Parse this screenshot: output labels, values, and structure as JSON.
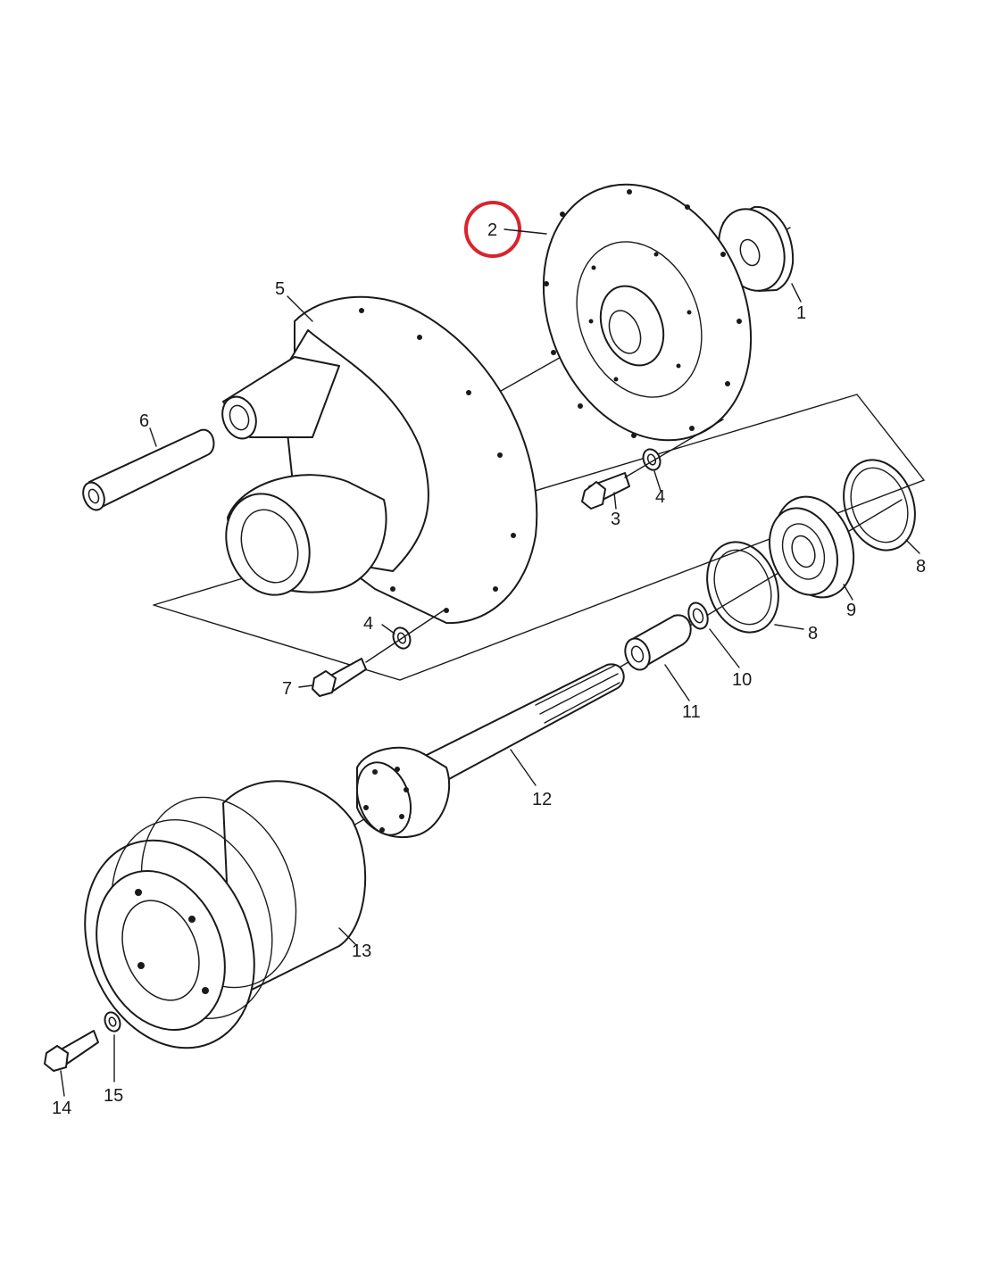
{
  "highlight_color": "#d9232d",
  "callouts": {
    "c1": "1",
    "c2": "2",
    "c3": "3",
    "c4a": "4",
    "c4b": "4",
    "c5": "5",
    "c6": "6",
    "c7": "7",
    "c8a": "8",
    "c8b": "8",
    "c9": "9",
    "c10": "10",
    "c11": "11",
    "c12": "12",
    "c13": "13",
    "c14": "14",
    "c15": "15"
  }
}
